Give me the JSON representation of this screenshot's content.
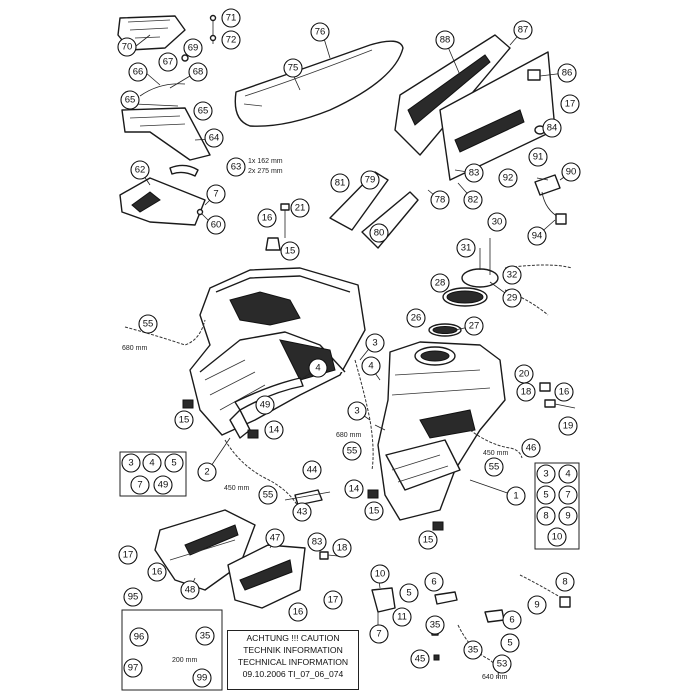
{
  "callouts": [
    {
      "id": "c70",
      "label": "70"
    },
    {
      "id": "c71",
      "label": "71"
    },
    {
      "id": "c72",
      "label": "72"
    },
    {
      "id": "c69",
      "label": "69"
    },
    {
      "id": "c67",
      "label": "67"
    },
    {
      "id": "c68",
      "label": "68"
    },
    {
      "id": "c66",
      "label": "66"
    },
    {
      "id": "c76",
      "label": "76"
    },
    {
      "id": "c75",
      "label": "75"
    },
    {
      "id": "c88",
      "label": "88"
    },
    {
      "id": "c87",
      "label": "87"
    },
    {
      "id": "c86",
      "label": "86"
    },
    {
      "id": "c17a",
      "label": "17"
    },
    {
      "id": "c84",
      "label": "84"
    },
    {
      "id": "c65a",
      "label": "65"
    },
    {
      "id": "c65b",
      "label": "65"
    },
    {
      "id": "c64",
      "label": "64"
    },
    {
      "id": "c62",
      "label": "62"
    },
    {
      "id": "c63",
      "label": "63"
    },
    {
      "id": "c7a",
      "label": "7"
    },
    {
      "id": "c60",
      "label": "60"
    },
    {
      "id": "c81",
      "label": "81"
    },
    {
      "id": "c79",
      "label": "79"
    },
    {
      "id": "c78",
      "label": "78"
    },
    {
      "id": "c80",
      "label": "80"
    },
    {
      "id": "c83",
      "label": "83"
    },
    {
      "id": "c82",
      "label": "82"
    },
    {
      "id": "c91",
      "label": "91"
    },
    {
      "id": "c92",
      "label": "92"
    },
    {
      "id": "c90",
      "label": "90"
    },
    {
      "id": "c94",
      "label": "94"
    },
    {
      "id": "c16a",
      "label": "16"
    },
    {
      "id": "c21",
      "label": "21"
    },
    {
      "id": "c15a",
      "label": "15"
    },
    {
      "id": "c30",
      "label": "30"
    },
    {
      "id": "c31",
      "label": "31"
    },
    {
      "id": "c32",
      "label": "32"
    },
    {
      "id": "c28",
      "label": "28"
    },
    {
      "id": "c29",
      "label": "29"
    },
    {
      "id": "c26",
      "label": "26"
    },
    {
      "id": "c27",
      "label": "27"
    },
    {
      "id": "c55a",
      "label": "55"
    },
    {
      "id": "c3a",
      "label": "3"
    },
    {
      "id": "c4a",
      "label": "4"
    },
    {
      "id": "c49",
      "label": "49"
    },
    {
      "id": "c15b",
      "label": "15"
    },
    {
      "id": "c14a",
      "label": "14"
    },
    {
      "id": "c2",
      "label": "2"
    },
    {
      "id": "c3b",
      "label": "3"
    },
    {
      "id": "c4b",
      "label": "4"
    },
    {
      "id": "c55b",
      "label": "55"
    },
    {
      "id": "c20",
      "label": "20"
    },
    {
      "id": "c18a",
      "label": "18"
    },
    {
      "id": "c16b",
      "label": "16"
    },
    {
      "id": "c19",
      "label": "19"
    },
    {
      "id": "c46",
      "label": "46"
    },
    {
      "id": "c55c",
      "label": "55"
    },
    {
      "id": "c1",
      "label": "1"
    },
    {
      "id": "c44",
      "label": "44"
    },
    {
      "id": "c43",
      "label": "43"
    },
    {
      "id": "c55d",
      "label": "55"
    },
    {
      "id": "c14b",
      "label": "14"
    },
    {
      "id": "c15c",
      "label": "15"
    },
    {
      "id": "c15d",
      "label": "15"
    },
    {
      "id": "c17b",
      "label": "17"
    },
    {
      "id": "c16c",
      "label": "16"
    },
    {
      "id": "c48",
      "label": "48"
    },
    {
      "id": "c47",
      "label": "47"
    },
    {
      "id": "c83b",
      "label": "83"
    },
    {
      "id": "c18b",
      "label": "18"
    },
    {
      "id": "c16d",
      "label": "16"
    },
    {
      "id": "c17c",
      "label": "17"
    },
    {
      "id": "c10a",
      "label": "10"
    },
    {
      "id": "c5a",
      "label": "5"
    },
    {
      "id": "c6a",
      "label": "6"
    },
    {
      "id": "c11",
      "label": "11"
    },
    {
      "id": "c7b",
      "label": "7"
    },
    {
      "id": "c35a",
      "label": "35"
    },
    {
      "id": "c45",
      "label": "45"
    },
    {
      "id": "c35b",
      "label": "35"
    },
    {
      "id": "c53",
      "label": "53"
    },
    {
      "id": "c6b",
      "label": "6"
    },
    {
      "id": "c5b",
      "label": "5"
    },
    {
      "id": "c8",
      "label": "8"
    },
    {
      "id": "c9",
      "label": "9"
    },
    {
      "id": "c95",
      "label": "95"
    },
    {
      "id": "c96",
      "label": "96"
    },
    {
      "id": "c35c",
      "label": "35"
    },
    {
      "id": "c97",
      "label": "97"
    },
    {
      "id": "c99",
      "label": "99"
    }
  ],
  "group_left": [
    "3",
    "4",
    "5",
    "7",
    "49"
  ],
  "group_right": [
    "3",
    "4",
    "5",
    "7",
    "8",
    "9",
    "10"
  ],
  "notes": {
    "note_63_a": "1x 162 mm",
    "note_63_b": "2x 275 mm",
    "note_680a": "680 mm",
    "note_680b": "680 mm",
    "note_450a": "450 mm",
    "note_450b": "450 mm",
    "note_640": "640 mm",
    "note_200": "200 mm"
  },
  "caution": {
    "line1": "ACHTUNG !!! CAUTION",
    "line2": "TECHNIK INFORMATION",
    "line3": "TECHNICAL INFORMATION",
    "line4": "09.10.2006   TI_07_06_074"
  }
}
